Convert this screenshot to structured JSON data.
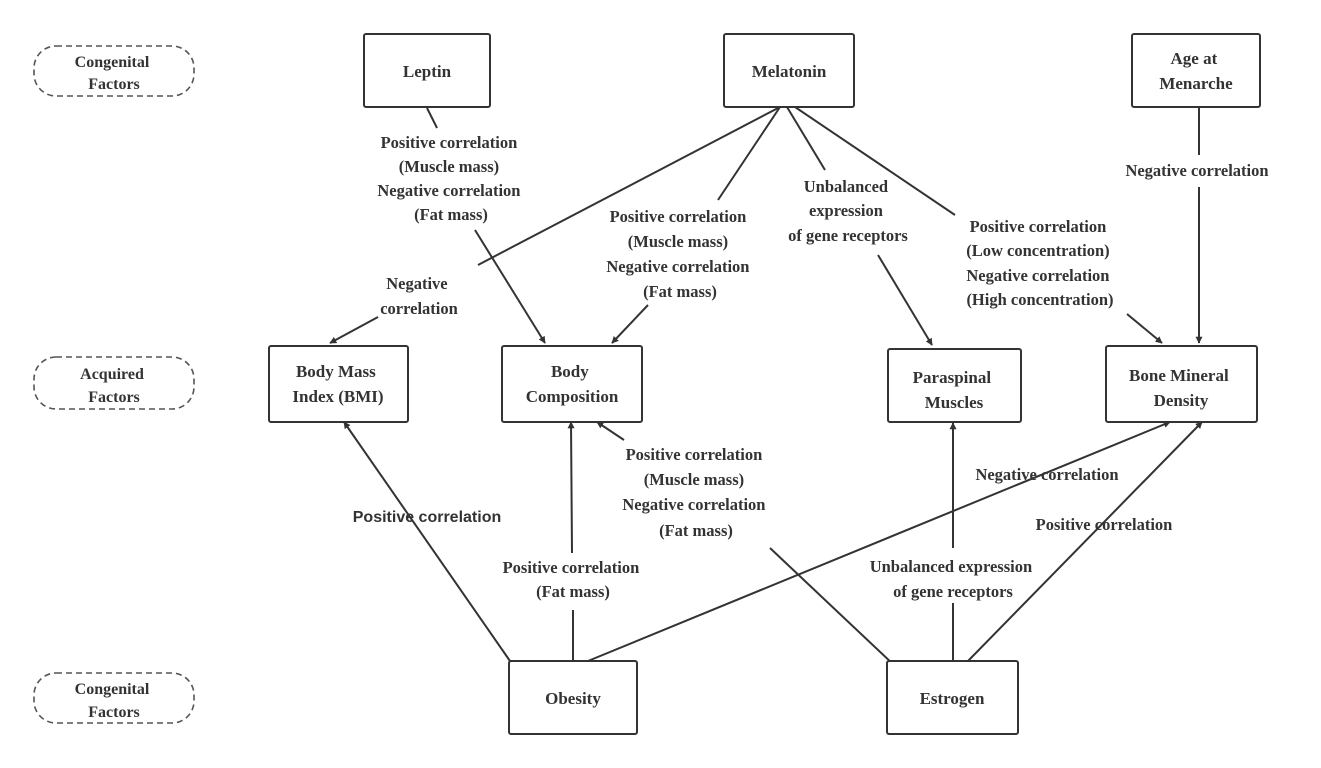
{
  "categories": {
    "top": [
      "Congenital",
      "Factors"
    ],
    "middle": [
      "Acquired",
      "Factors"
    ],
    "bottom": [
      "Congenital",
      "Factors"
    ]
  },
  "nodes": {
    "leptin": [
      "Leptin"
    ],
    "melatonin": [
      "Melatonin"
    ],
    "menarche": [
      "Age at",
      "Menarche"
    ],
    "bmi": [
      "Body Mass",
      "Index (BMI)"
    ],
    "body_comp": [
      "Body",
      "Composition"
    ],
    "paraspinal": [
      "Paraspinal",
      "Muscles"
    ],
    "bmd": [
      "Bone Mineral",
      "Density"
    ],
    "obesity": [
      "Obesity"
    ],
    "estrogen": [
      "Estrogen"
    ]
  },
  "edge_labels": {
    "leptin_bodycomp": [
      "Positive correlation",
      "(Muscle mass)",
      "Negative correlation",
      "(Fat mass)"
    ],
    "melatonin_bmi": [
      "Negative",
      "correlation"
    ],
    "melatonin_bodycomp": [
      "Positive correlation",
      "(Muscle mass)",
      "Negative correlation",
      "(Fat mass)"
    ],
    "melatonin_paraspinal": [
      "Unbalanced",
      "expression",
      "of gene receptors"
    ],
    "melatonin_bmd": [
      "Positive correlation",
      "(Low concentration)",
      "Negative correlation",
      "(High concentration)"
    ],
    "menarche_bmd": [
      "Negative correlation"
    ],
    "obesity_bmi": [
      "Positive correlation"
    ],
    "obesity_bodycomp": [
      "Positive correlation",
      "(Fat mass)"
    ],
    "estrogen_bodycomp": [
      "Positive correlation",
      "(Muscle mass)",
      "Negative correlation",
      "(Fat mass)"
    ],
    "obesity_bmd": [
      "Negative correlation"
    ],
    "estrogen_paraspinal": [
      "Unbalanced expression",
      "of gene receptors"
    ],
    "estrogen_bmd": [
      "Positive correlation"
    ]
  }
}
